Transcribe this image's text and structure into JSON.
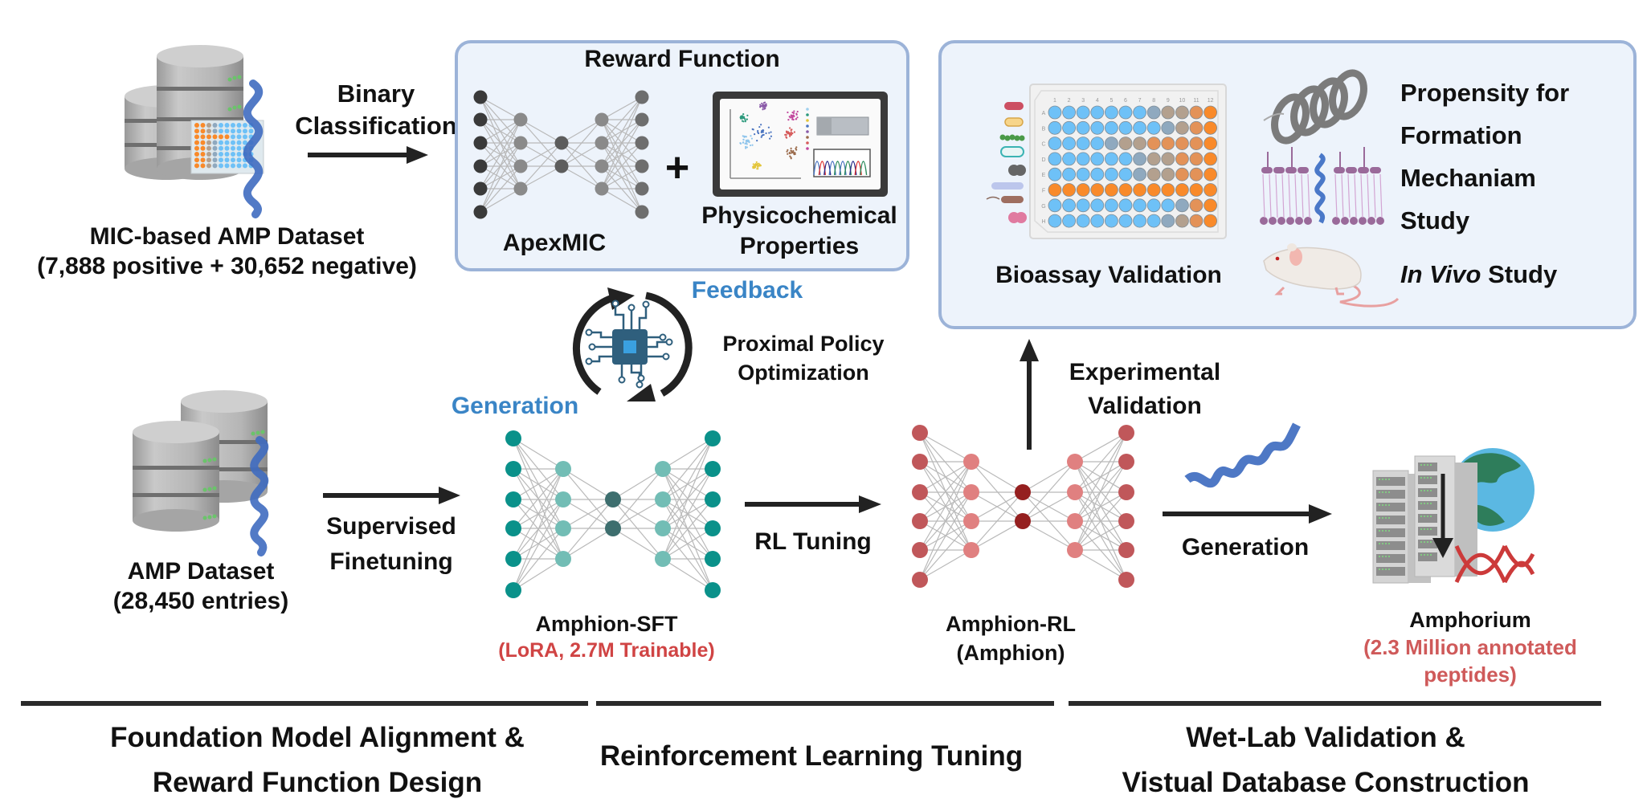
{
  "stage1": {
    "mic_dataset": {
      "title": "MIC-based AMP Dataset",
      "subtitle": "(7,888 positive + 30,652 negative)",
      "icon": "database-icon"
    },
    "binary_arrow": {
      "line1": "Binary",
      "line2": "Classification"
    },
    "reward_function": {
      "title": "Reward Function",
      "apexmic_label": "ApexMIC",
      "plus": "+",
      "physchem_line1": "Physicochemical",
      "physchem_line2": "Properties"
    },
    "amp_dataset": {
      "title": "AMP Dataset",
      "subtitle": "(28,450 entries)",
      "icon": "database-icon"
    },
    "sft_arrow": {
      "line1": "Supervised",
      "line2": "Finetuning"
    }
  },
  "stage2": {
    "feedback_label": "Feedback",
    "ppo_line1": "Proximal Policy",
    "ppo_line2": "Optimization",
    "generation_label": "Generation",
    "sft_model": {
      "title": "Amphion-SFT",
      "subtitle": "(LoRA, 2.7M Trainable)"
    },
    "rl_arrow_label": "RL Tuning",
    "rl_model": {
      "title": "Amphion-RL",
      "subtitle": "(Amphion)"
    }
  },
  "stage3": {
    "exp_validation": {
      "line1": "Experimental",
      "line2": "Validation"
    },
    "wetlab": {
      "bioassay_label": "Bioassay Validation",
      "propensity_lines": [
        "Propensity for",
        "Formation"
      ],
      "mechanism_lines": [
        "Mechaniam",
        "Study"
      ],
      "invivo_italic": "In Vivo",
      "invivo_rest": " Study",
      "plate": {
        "columns": [
          "1",
          "2",
          "3",
          "4",
          "5",
          "6",
          "7",
          "8",
          "9",
          "10",
          "11",
          "12"
        ],
        "rows": [
          "A",
          "B",
          "C",
          "D",
          "E",
          "F",
          "G",
          "H"
        ],
        "wells": [
          "bbbbbbbgttoO",
          "bbbbbbbbgtoO",
          "bbbbgttooooO",
          "bbbbbbgttooO",
          "bbbbbbgttooO",
          "OOOOOOOOOOOO",
          "bbbbbbbbbgoO",
          "bbbbbbbbgtoO"
        ],
        "well_colors": {
          "b": "#6ec1f7",
          "g": "#8fa9bf",
          "t": "#b3a08e",
          "o": "#e39258",
          "O": "#f98a2a"
        }
      }
    },
    "generation_arrow_label": "Generation",
    "amphorium": {
      "title": "Amphorium",
      "subtitle_line1": "(2.3 Million annotated",
      "subtitle_line2": "peptides)"
    }
  },
  "sections": [
    {
      "line1": "Foundation Model Alignment &",
      "line2": "Reward Function Design"
    },
    {
      "line1": "Reinforcement Learning Tuning",
      "line2": ""
    },
    {
      "line1": "Wet-Lab Validation &",
      "line2": "Vistual Database Construction"
    }
  ],
  "networks": {
    "layers": [
      6,
      4,
      2,
      4,
      6
    ],
    "apexmic_colors": {
      "outer_in": "#3a3a3a",
      "inner": "#8a8a8a",
      "middle": "#5d5d5d",
      "outer_out": "#6e6e6e"
    },
    "sft_colors": {
      "outer_in": "#0a918a",
      "inner": "#72bdb5",
      "middle": "#3d6e6e",
      "outer_out": "#0a918a"
    },
    "rl_colors": {
      "outer_in": "#c0575a",
      "inner": "#e08080",
      "middle": "#951f1f",
      "outer_out": "#c0575a"
    }
  },
  "colors": {
    "accent_blue": "#3a85c6",
    "accent_red": "#d04444",
    "panel_bg": "#edf3fb",
    "panel_border": "#9cb3d8"
  }
}
